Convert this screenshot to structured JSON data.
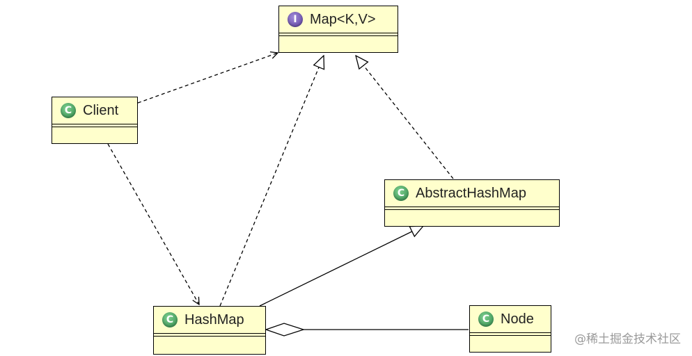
{
  "nodes": {
    "map": {
      "label": "Map<K,V>",
      "icon": "interface-icon",
      "icon_letter": "I"
    },
    "client": {
      "label": "Client",
      "icon": "class-icon",
      "icon_letter": "C"
    },
    "abstract": {
      "label": "AbstractHashMap",
      "icon": "class-icon",
      "icon_letter": "C"
    },
    "hashmap": {
      "label": "HashMap",
      "icon": "class-icon",
      "icon_letter": "C"
    },
    "node": {
      "label": "Node",
      "icon": "class-icon",
      "icon_letter": "C"
    }
  },
  "edges": [
    {
      "from": "client",
      "to": "map",
      "kind": "dependency"
    },
    {
      "from": "client",
      "to": "hashmap",
      "kind": "dependency"
    },
    {
      "from": "hashmap",
      "to": "map",
      "kind": "realization"
    },
    {
      "from": "abstract",
      "to": "map",
      "kind": "realization"
    },
    {
      "from": "hashmap",
      "to": "abstract",
      "kind": "generalization"
    },
    {
      "from": "node",
      "to": "hashmap",
      "kind": "aggregation"
    }
  ],
  "watermark": "@稀土掘金技术社区",
  "colors": {
    "class_fill": "#ffffcc",
    "class_icon": "#2e8a4a",
    "interface_icon": "#5a3f9e"
  }
}
